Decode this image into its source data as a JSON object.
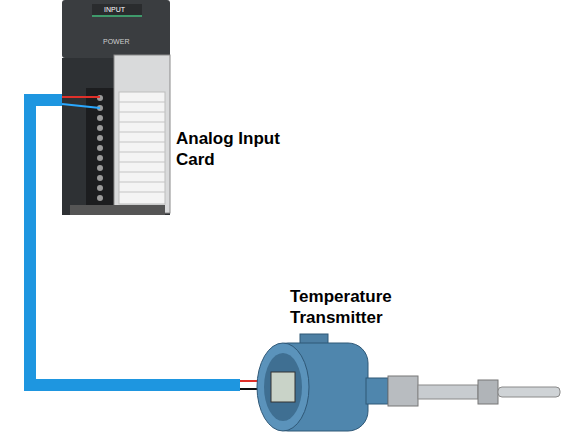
{
  "diagram": {
    "nodes": [
      {
        "text": [
          "Analog Input Card"
        ]
      },
      {
        "text": [
          "Temperature Transmitter"
        ]
      }
    ],
    "edges": [
      {
        "from": 0,
        "to": 1,
        "arrow": "none"
      }
    ],
    "labels": [
      "INPUT",
      "POWER"
    ]
  }
}
